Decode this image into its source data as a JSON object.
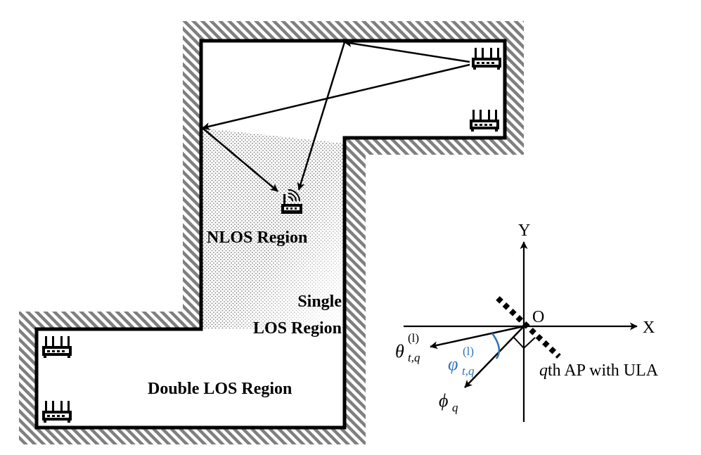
{
  "regions": {
    "nlos": "NLOS Region",
    "single_line1": "Single",
    "single_line2": "LOS Region",
    "double": "Double LOS Region"
  },
  "axes": {
    "y": "Y",
    "x": "X",
    "origin": "O"
  },
  "math": {
    "theta": "θ",
    "theta_sub": "t,q",
    "theta_sup": "(l)",
    "varphi": "φ",
    "varphi_sub": "t,q",
    "varphi_sup": "(l)",
    "phi": "ϕ",
    "phi_sub": "q"
  },
  "ap_label": {
    "q": "q",
    "rest": "th AP with ULA"
  },
  "colors": {
    "wall_hatch": "#7f7f7f",
    "outline": "#000000",
    "angle_arc": "#2e75b6",
    "nlos_dots": "#8c8c8c"
  },
  "icons": [
    "access-point-icon",
    "user-device-icon"
  ]
}
